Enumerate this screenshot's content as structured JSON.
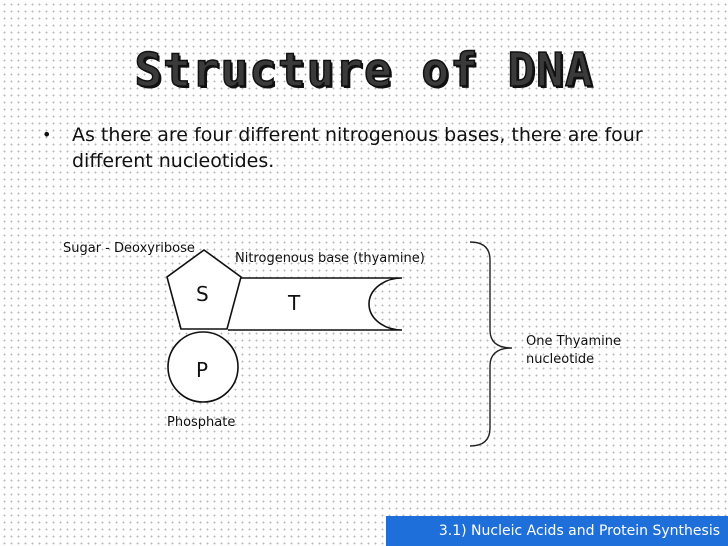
{
  "slide": {
    "title": "Structure of DNA",
    "bullet": "As there are four different nitrogenous bases, there are four different nucleotides."
  },
  "diagram": {
    "sugar_label": "Sugar - Deoxyribose",
    "sugar_letter": "S",
    "base_label": "Nitrogenous base (thyamine)",
    "base_letter": "T",
    "phosphate_letter": "P",
    "phosphate_label": "Phosphate",
    "nucleotide_label_line1": "One Thyamine",
    "nucleotide_label_line2": "nucleotide"
  },
  "footer": {
    "text": "3.1) Nucleic Acids and Protein Synthesis",
    "color": "#1e6fd9"
  }
}
